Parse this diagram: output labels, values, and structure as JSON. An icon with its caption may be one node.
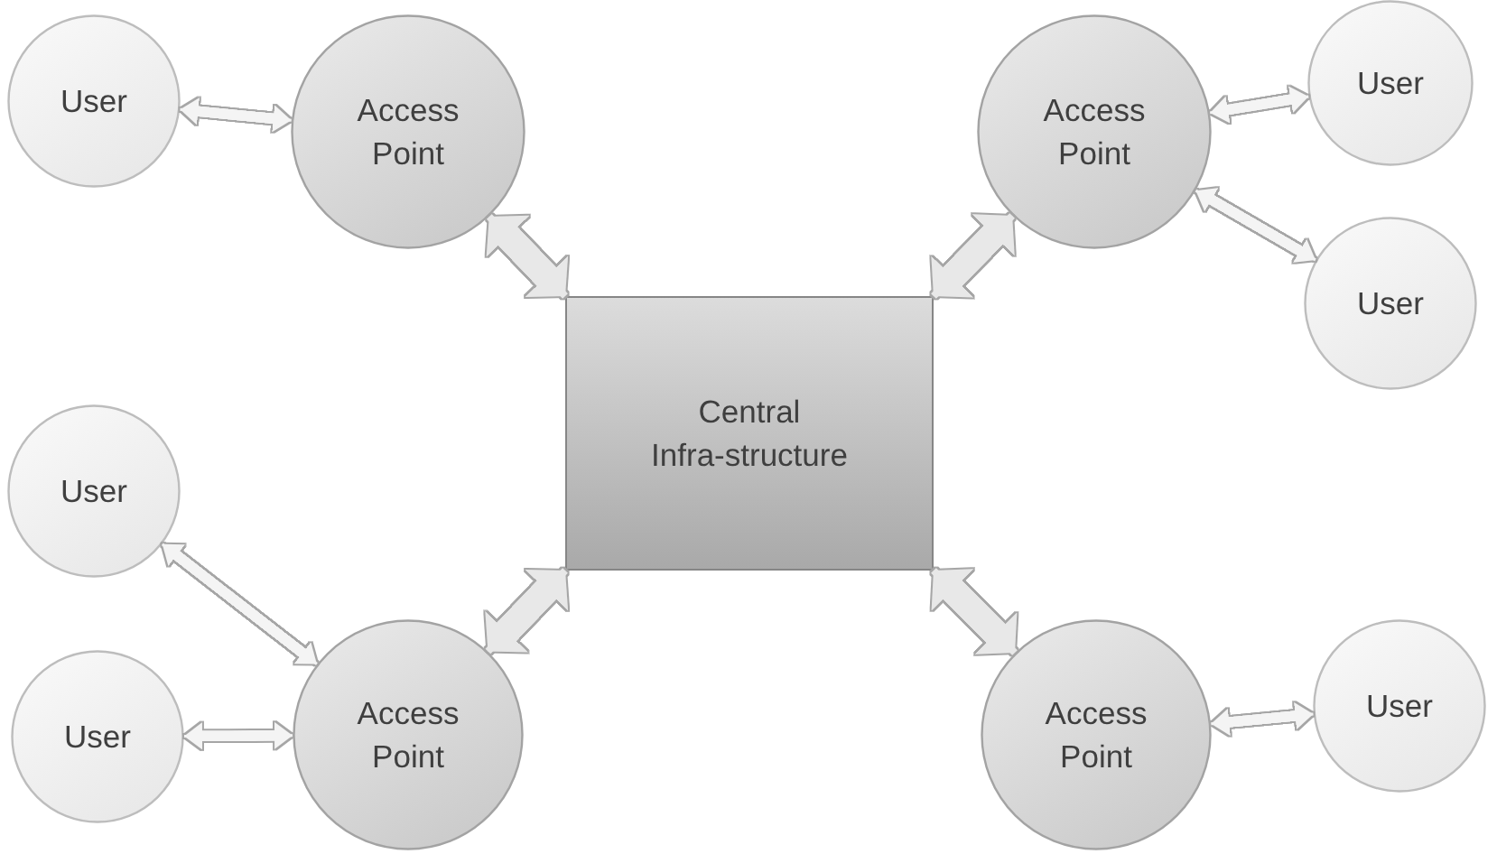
{
  "diagram": {
    "nodes": [
      {
        "text": [
          "User"
        ]
      },
      {
        "text": [
          "Access Point"
        ]
      },
      {
        "text": [
          "Access Point"
        ]
      },
      {
        "text": [
          "User"
        ]
      },
      {
        "text": [
          "User"
        ]
      },
      {
        "text": [
          "Central Infra-structure"
        ]
      },
      {
        "text": [
          "User"
        ]
      },
      {
        "text": [
          "User"
        ]
      },
      {
        "text": [
          "Access Point"
        ]
      },
      {
        "text": [
          "Access Point"
        ]
      },
      {
        "text": [
          "User"
        ]
      }
    ],
    "edges": [
      {
        "from": 0,
        "to": 1,
        "arrow": "both"
      },
      {
        "from": 1,
        "to": 5,
        "arrow": "both",
        "style": "thick"
      },
      {
        "from": 2,
        "to": 5,
        "arrow": "both",
        "style": "thick"
      },
      {
        "from": 2,
        "to": 3,
        "arrow": "both"
      },
      {
        "from": 2,
        "to": 4,
        "arrow": "both"
      },
      {
        "from": 6,
        "to": 8,
        "arrow": "both"
      },
      {
        "from": 7,
        "to": 8,
        "arrow": "both"
      },
      {
        "from": 8,
        "to": 5,
        "arrow": "both",
        "style": "thick"
      },
      {
        "from": 9,
        "to": 5,
        "arrow": "both",
        "style": "thick"
      },
      {
        "from": 9,
        "to": 10,
        "arrow": "both"
      }
    ]
  }
}
